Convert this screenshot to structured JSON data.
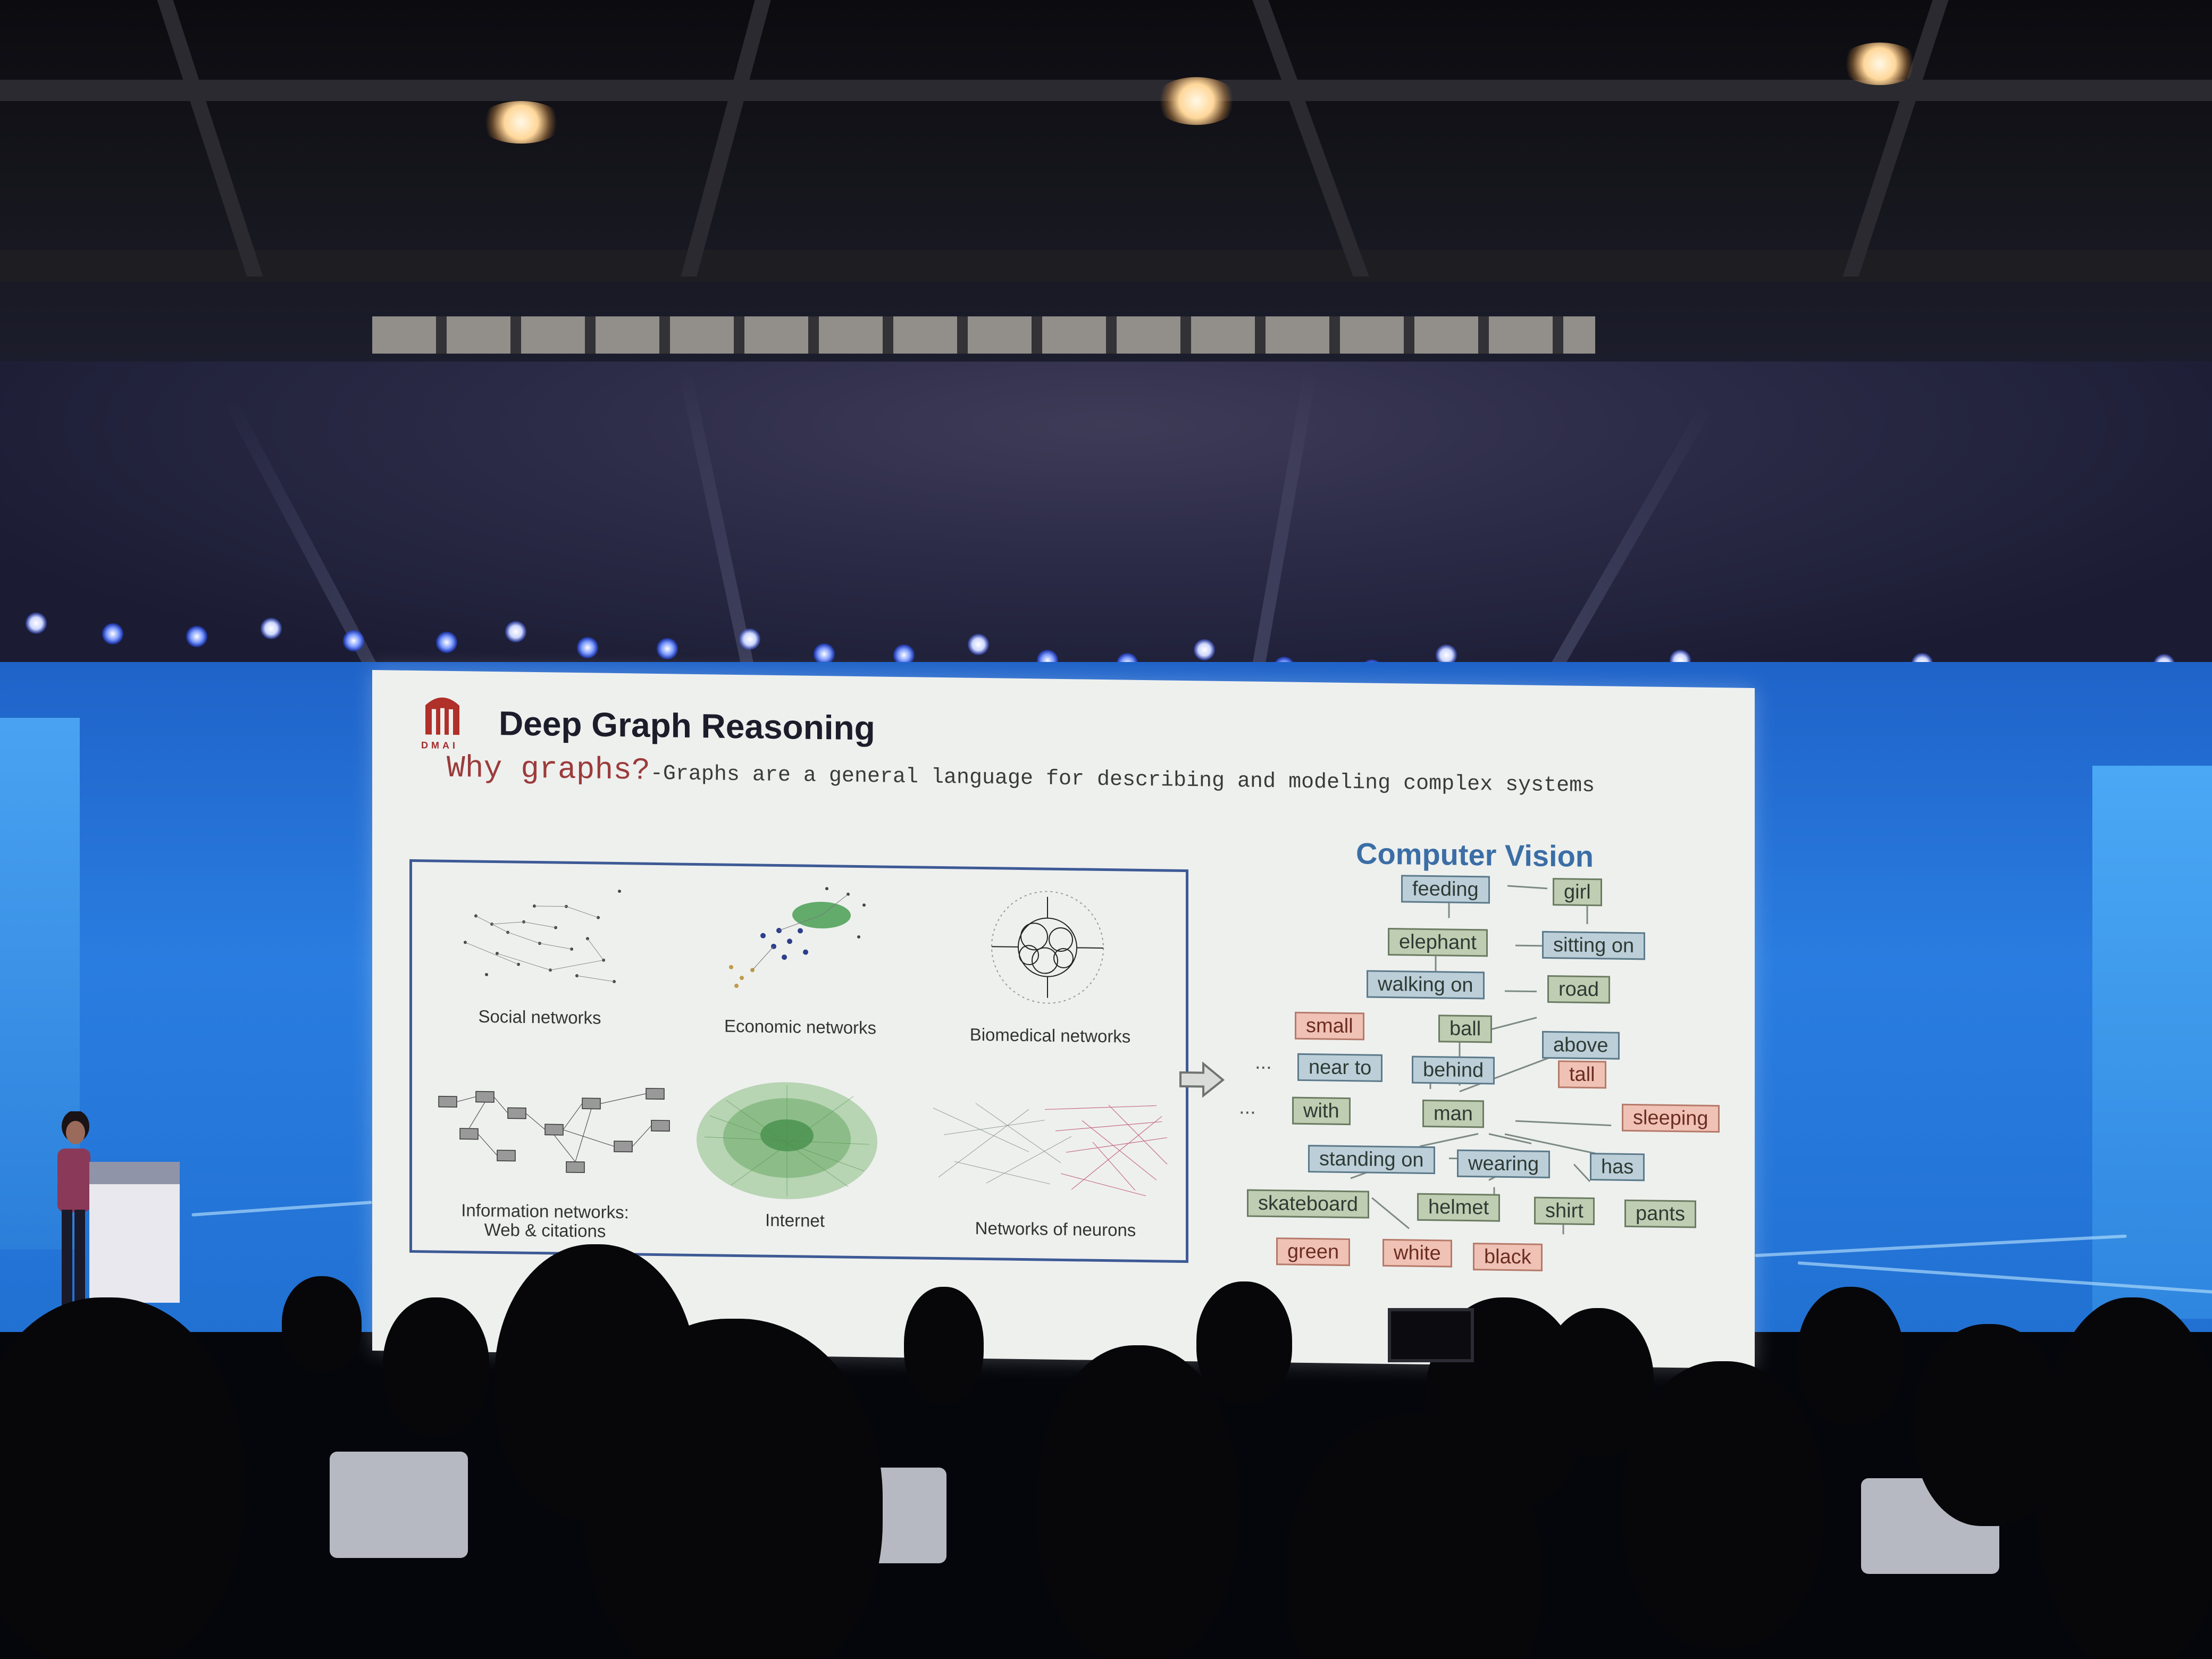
{
  "slide": {
    "logo_text": "DMAI",
    "title": "Deep Graph Reasoning",
    "why_lead": "Why graphs?",
    "why_rest": "-Graphs are a general language for describing and modeling complex systems",
    "network_labels": {
      "social": "Social networks",
      "economic": "Economic networks",
      "biomedical": "Biomedical networks",
      "information": "Information networks:\nWeb & citations",
      "internet": "Internet",
      "neurons": "Networks of neurons"
    },
    "cv_title": "Computer Vision",
    "ellipsis": "...",
    "nodes": {
      "feeding": "feeding",
      "girl": "girl",
      "elephant": "elephant",
      "sitting_on": "sitting on",
      "walking_on": "walking on",
      "road": "road",
      "small": "small",
      "ball": "ball",
      "above": "above",
      "near_to": "near to",
      "behind": "behind",
      "tall": "tall",
      "with": "with",
      "man": "man",
      "sleeping": "sleeping",
      "standing_on": "standing on",
      "wearing": "wearing",
      "has": "has",
      "skateboard": "skateboard",
      "helmet": "helmet",
      "shirt": "shirt",
      "pants": "pants",
      "green": "green",
      "white": "white",
      "black": "black"
    }
  },
  "colors": {
    "wall_blue": "#2a7de0",
    "node_blue": "#bccfd8",
    "node_green": "#bfcdb2",
    "node_red": "#f0c2b5",
    "title_blue": "#3b6ea6"
  }
}
